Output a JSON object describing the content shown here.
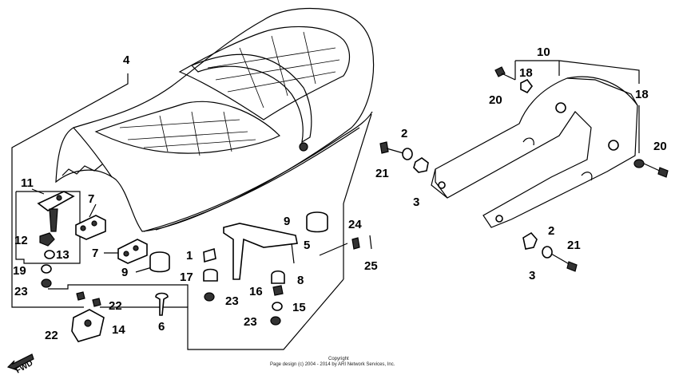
{
  "labels": {
    "l1": "1",
    "l2a": "2",
    "l2b": "2",
    "l3a": "3",
    "l3b": "3",
    "l4": "4",
    "l5": "5",
    "l6": "6",
    "l7a": "7",
    "l7b": "7",
    "l8": "8",
    "l9a": "9",
    "l9b": "9",
    "l10": "10",
    "l11": "11",
    "l12": "12",
    "l13": "13",
    "l14": "14",
    "l15": "15",
    "l16": "16",
    "l17": "17",
    "l18a": "18",
    "l18b": "18",
    "l19": "19",
    "l20a": "20",
    "l20b": "20",
    "l21a": "21",
    "l21b": "21",
    "l22a": "22",
    "l22b": "22",
    "l23a": "23",
    "l23b": "23",
    "l23c": "23",
    "l24": "24",
    "l25": "25"
  },
  "fwd": "FWD",
  "footer": {
    "line1": "Copyright",
    "line2": "Page design (c) 2004 - 2014 by ARI Network Services, Inc."
  }
}
